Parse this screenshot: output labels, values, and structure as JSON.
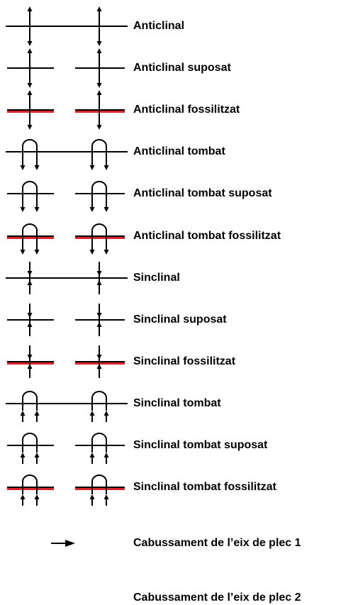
{
  "colors": {
    "line": "#000000",
    "fossil": "#d9262b"
  },
  "legend": [
    {
      "label": "Anticlinal",
      "type": "anticlinal",
      "variant": "continuous"
    },
    {
      "label": "Anticlinal suposat",
      "type": "anticlinal",
      "variant": "suposat"
    },
    {
      "label": "Anticlinal fossilitzat",
      "type": "anticlinal",
      "variant": "fossilitzat"
    },
    {
      "label": "Anticlinal tombat",
      "type": "anticlinal-tombat",
      "variant": "continuous"
    },
    {
      "label": "Anticlinal tombat suposat",
      "type": "anticlinal-tombat",
      "variant": "suposat"
    },
    {
      "label": "Anticlinal tombat fossilitzat",
      "type": "anticlinal-tombat",
      "variant": "fossilitzat"
    },
    {
      "label": "Sinclinal",
      "type": "sinclinal",
      "variant": "continuous"
    },
    {
      "label": "Sinclinal suposat",
      "type": "sinclinal",
      "variant": "suposat"
    },
    {
      "label": "Sinclinal fossilitzat",
      "type": "sinclinal",
      "variant": "fossilitzat"
    },
    {
      "label": "Sinclinal tombat",
      "type": "sinclinal-tombat",
      "variant": "continuous"
    },
    {
      "label": "Sinclinal tombat suposat",
      "type": "sinclinal-tombat",
      "variant": "suposat"
    },
    {
      "label": "Sinclinal tombat fossilitzat",
      "type": "sinclinal-tombat",
      "variant": "fossilitzat"
    },
    {
      "label": "Cabussament de l’eix de plec 1",
      "type": "plunge-1",
      "variant": "single"
    },
    {
      "label": "Cabussament de l’eix de plec 2",
      "type": "plunge-2",
      "variant": "single"
    }
  ]
}
